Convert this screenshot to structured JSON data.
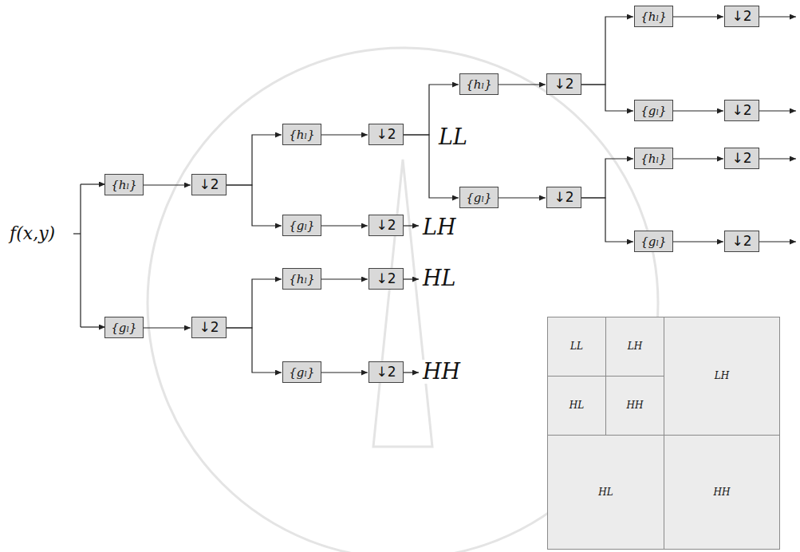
{
  "diagram": {
    "nodes": [
      {
        "text": [
          "{hₗ}"
        ]
      },
      {
        "text": [
          "↓2"
        ]
      },
      {
        "text": [
          "{gₗ}"
        ]
      },
      {
        "text": [
          "↓2"
        ]
      },
      {
        "text": [
          "{hₗ}"
        ]
      },
      {
        "text": [
          "↓2"
        ]
      },
      {
        "text": [
          "{gₗ}"
        ]
      },
      {
        "text": [
          "↓2"
        ]
      },
      {
        "text": [
          "{hₗ}"
        ]
      },
      {
        "text": [
          "↓2"
        ]
      },
      {
        "text": [
          "{gₗ}"
        ]
      },
      {
        "text": [
          "↓2"
        ]
      },
      {
        "text": [
          "{hₗ}"
        ]
      },
      {
        "text": [
          "↓2"
        ]
      },
      {
        "text": [
          "{gₗ}"
        ]
      },
      {
        "text": [
          "↓2"
        ]
      },
      {
        "text": [
          "{hₗ}"
        ]
      },
      {
        "text": [
          "↓2"
        ]
      },
      {
        "text": [
          "{gₗ}"
        ]
      },
      {
        "text": [
          "↓2"
        ]
      },
      {
        "text": [
          "{hₗ}"
        ]
      },
      {
        "text": [
          "↓2"
        ]
      },
      {
        "text": [
          "{gₗ}"
        ]
      },
      {
        "text": [
          "↓2"
        ]
      },
      {
        "text": [
          "LL"
        ]
      },
      {
        "text": [
          "LH"
        ]
      },
      {
        "text": [
          "HL"
        ]
      },
      {
        "text": [
          "HH"
        ]
      },
      {
        "text": [
          "LH"
        ]
      },
      {
        "text": [
          "HL"
        ]
      },
      {
        "text": [
          "HH"
        ]
      }
    ],
    "edges": [
      {
        "from": 0,
        "to": 1,
        "arrow": "to"
      },
      {
        "from": 1,
        "to": 4,
        "arrow": "to"
      },
      {
        "from": 1,
        "to": 6,
        "arrow": "to"
      },
      {
        "from": 4,
        "to": 5,
        "arrow": "to"
      },
      {
        "from": 6,
        "to": 7,
        "arrow": "to"
      },
      {
        "from": 2,
        "to": 3,
        "arrow": "to"
      },
      {
        "from": 3,
        "to": 8,
        "arrow": "to"
      },
      {
        "from": 3,
        "to": 10,
        "arrow": "to"
      },
      {
        "from": 8,
        "to": 9,
        "arrow": "to"
      },
      {
        "from": 10,
        "to": 11,
        "arrow": "to"
      },
      {
        "from": 5,
        "to": 12,
        "arrow": "to"
      },
      {
        "from": 5,
        "to": 14,
        "arrow": "to"
      },
      {
        "from": 12,
        "to": 13,
        "arrow": "to"
      },
      {
        "from": 14,
        "to": 15,
        "arrow": "to"
      },
      {
        "from": 13,
        "to": 16,
        "arrow": "to"
      },
      {
        "from": 13,
        "to": 18,
        "arrow": "to"
      },
      {
        "from": 15,
        "to": 20,
        "arrow": "to"
      },
      {
        "from": 15,
        "to": 22,
        "arrow": "to"
      },
      {
        "from": 16,
        "to": 17,
        "arrow": "to"
      },
      {
        "from": 18,
        "to": 19,
        "arrow": "to"
      },
      {
        "from": 20,
        "to": 21,
        "arrow": "to"
      },
      {
        "from": 22,
        "to": 23,
        "arrow": "to"
      }
    ],
    "labels": [
      "f(x,y)",
      "LL",
      "LH",
      "HL",
      "HH"
    ]
  }
}
